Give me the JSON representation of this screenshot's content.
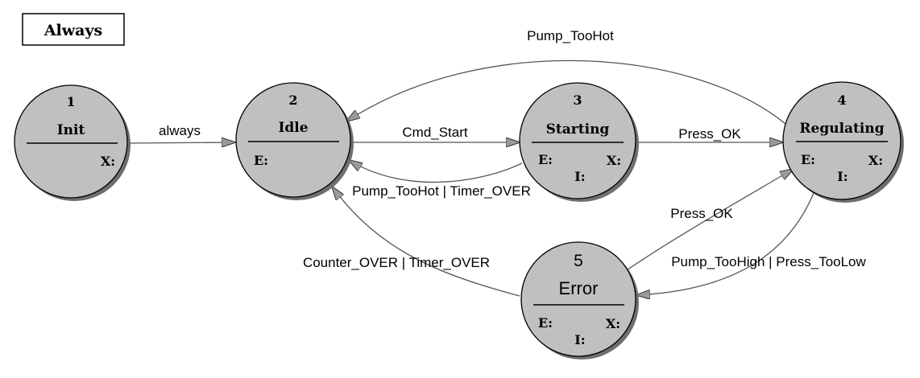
{
  "header": {
    "title": "Always"
  },
  "states": {
    "init": {
      "number": "1",
      "name": "Init",
      "exit": "X:"
    },
    "idle": {
      "number": "2",
      "name": "Idle",
      "entry": "E:"
    },
    "starting": {
      "number": "3",
      "name": "Starting",
      "entry": "E:",
      "exit": "X:",
      "internal": "I:"
    },
    "regulating": {
      "number": "4",
      "name": "Regulating",
      "entry": "E:",
      "exit": "X:",
      "internal": "I:"
    },
    "error": {
      "number": "5",
      "name": "Error",
      "entry": "E:",
      "exit": "X:",
      "internal": "I:"
    }
  },
  "transitions": {
    "init_idle": "always",
    "idle_starting": "Cmd_Start",
    "starting_idle": "Pump_TooHot | Timer_OVER",
    "starting_regulating": "Press_OK",
    "regulating_idle": "Pump_TooHot",
    "regulating_error": "Pump_TooHigh | Press_TooLow",
    "error_regulating": "Press_OK",
    "error_idle": "Counter_OVER | Timer_OVER"
  },
  "colors": {
    "state_fill": "#c0c0c0",
    "state_shadow": "#6e6e6e",
    "stroke": "#000000",
    "arrow": "#555555"
  }
}
